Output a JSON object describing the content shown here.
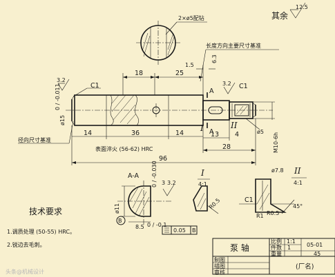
{
  "drawing": {
    "part_name": "泵 轴",
    "drawing_number": "05-01",
    "scale_label": "比例",
    "scale_value": "1:1",
    "quantity_label": "件数",
    "quantity_value": "1",
    "weight_label": "重量",
    "weight_value": "45",
    "drawn_label": "制图",
    "drafted_label": "描图",
    "checked_label": "审核",
    "factory": "(厂名)",
    "watermark": "头条@机械设计"
  },
  "notes": {
    "title": "技术要求",
    "items": [
      "1.调质处理 (50-55) HRC。",
      "2.锐边去毛刺。"
    ]
  },
  "annotations": {
    "pin_hole": "2×ø5配钻",
    "rest_roughness": "其余",
    "rest_roughness_value": "12.5",
    "length_datum": "长度方向主要尺寸基准",
    "radial_datum": "径向尺寸基准",
    "surface_hardening": "表面淬火 (56-62) HRC",
    "section_label": "A-A",
    "section_marker": "A",
    "detail_1": "I",
    "detail_1_scale": "4:1",
    "detail_2": "II",
    "detail_2_scale": "4:1",
    "chamfer_left": "C1",
    "chamfer_right": "C1",
    "chamfer_detail": "C1"
  },
  "dimensions": {
    "d_18": "18",
    "d_25": "25",
    "d_15": "1.5",
    "d_63": "6.3",
    "d_32_a": "3.2",
    "d_32_b": "3.2",
    "d_32_c": "3.2",
    "d_dia15": "ø15",
    "d_dia15_tol": "0 / -0.011",
    "d_14_a": "14",
    "d_36": "36",
    "d_14_b": "14",
    "d_13": "13",
    "d_4": "4",
    "d_28": "28",
    "d_96": "96",
    "d_dia5": "ø5",
    "d_m10": "M10-6h",
    "d_dia11": "ø11",
    "d_85": "8.5",
    "d_85_tol": "0 / -0.1",
    "d_3": "3",
    "d_3_tol": "0 / -0.030",
    "d_r05_a": "R0.5",
    "d_r05_b": "R0.5",
    "d_r1": "R1",
    "d_dia78": "ø7.8",
    "d_45": "45°",
    "datum_b": "B",
    "gtol": "0.05",
    "gtol_ref": "B"
  }
}
